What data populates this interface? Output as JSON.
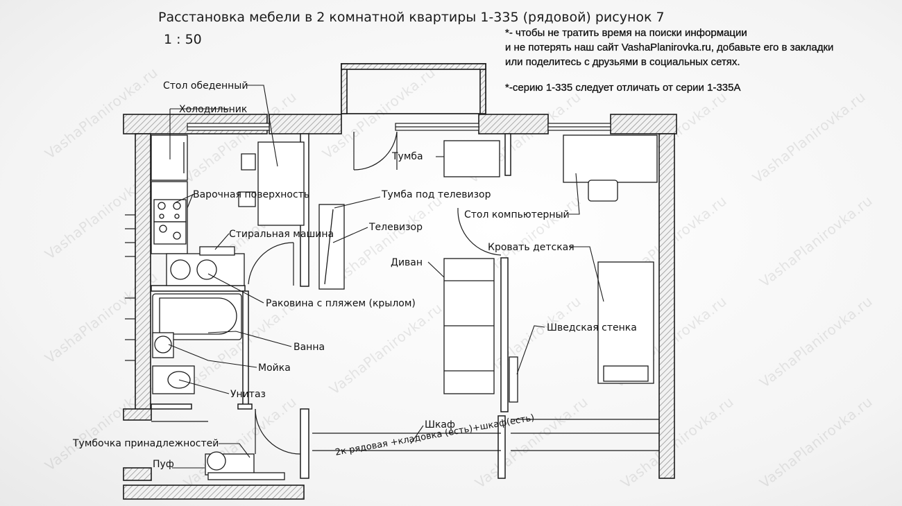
{
  "header": {
    "title": "Расстановка мебели в 2 комнатной квартиры 1-335 (рядовой) рисунок 7",
    "scale": "1 : 50"
  },
  "notes": {
    "line1": "*- чтобы не тратить время на поиски информации",
    "line2": " и не потерять наш сайт VashaPlanirovka.ru, добавьте его в закладки",
    "line3": "или поделитесь с друзьями в социальных сетях.",
    "line4": "*-серию 1-335 следует отличать от серии 1-335А"
  },
  "labels": {
    "table_dining": "Стол обеденный",
    "fridge": "Холодильник",
    "hob": "Варочная поверхность",
    "washer": "Стиральная машина",
    "sink_wing": "Раковина с пляжем (крылом)",
    "bath": "Ванна",
    "washbasin": "Мойка",
    "toilet": "Унитаз",
    "accessories": "Тумбочка принадлежностей",
    "pouf": "Пуф",
    "cabinet": "Тумба",
    "tv_stand": "Тумба под телевизор",
    "tv": "Телевизор",
    "sofa": "Диван",
    "computer_desk": "Стол компьютерный",
    "kids_bed": "Кровать детская",
    "wall_bars": "Шведская стенка",
    "wardrobe": "Шкаф",
    "rotated_caption": "2к рядовая +кладовка (есть)+шкаф(есть)"
  },
  "watermark": "VashaPlanirovka.ru",
  "colors": {
    "wall_hatch": "#888888",
    "line": "#1a1a1a",
    "watermark": "#c9c9c9"
  }
}
